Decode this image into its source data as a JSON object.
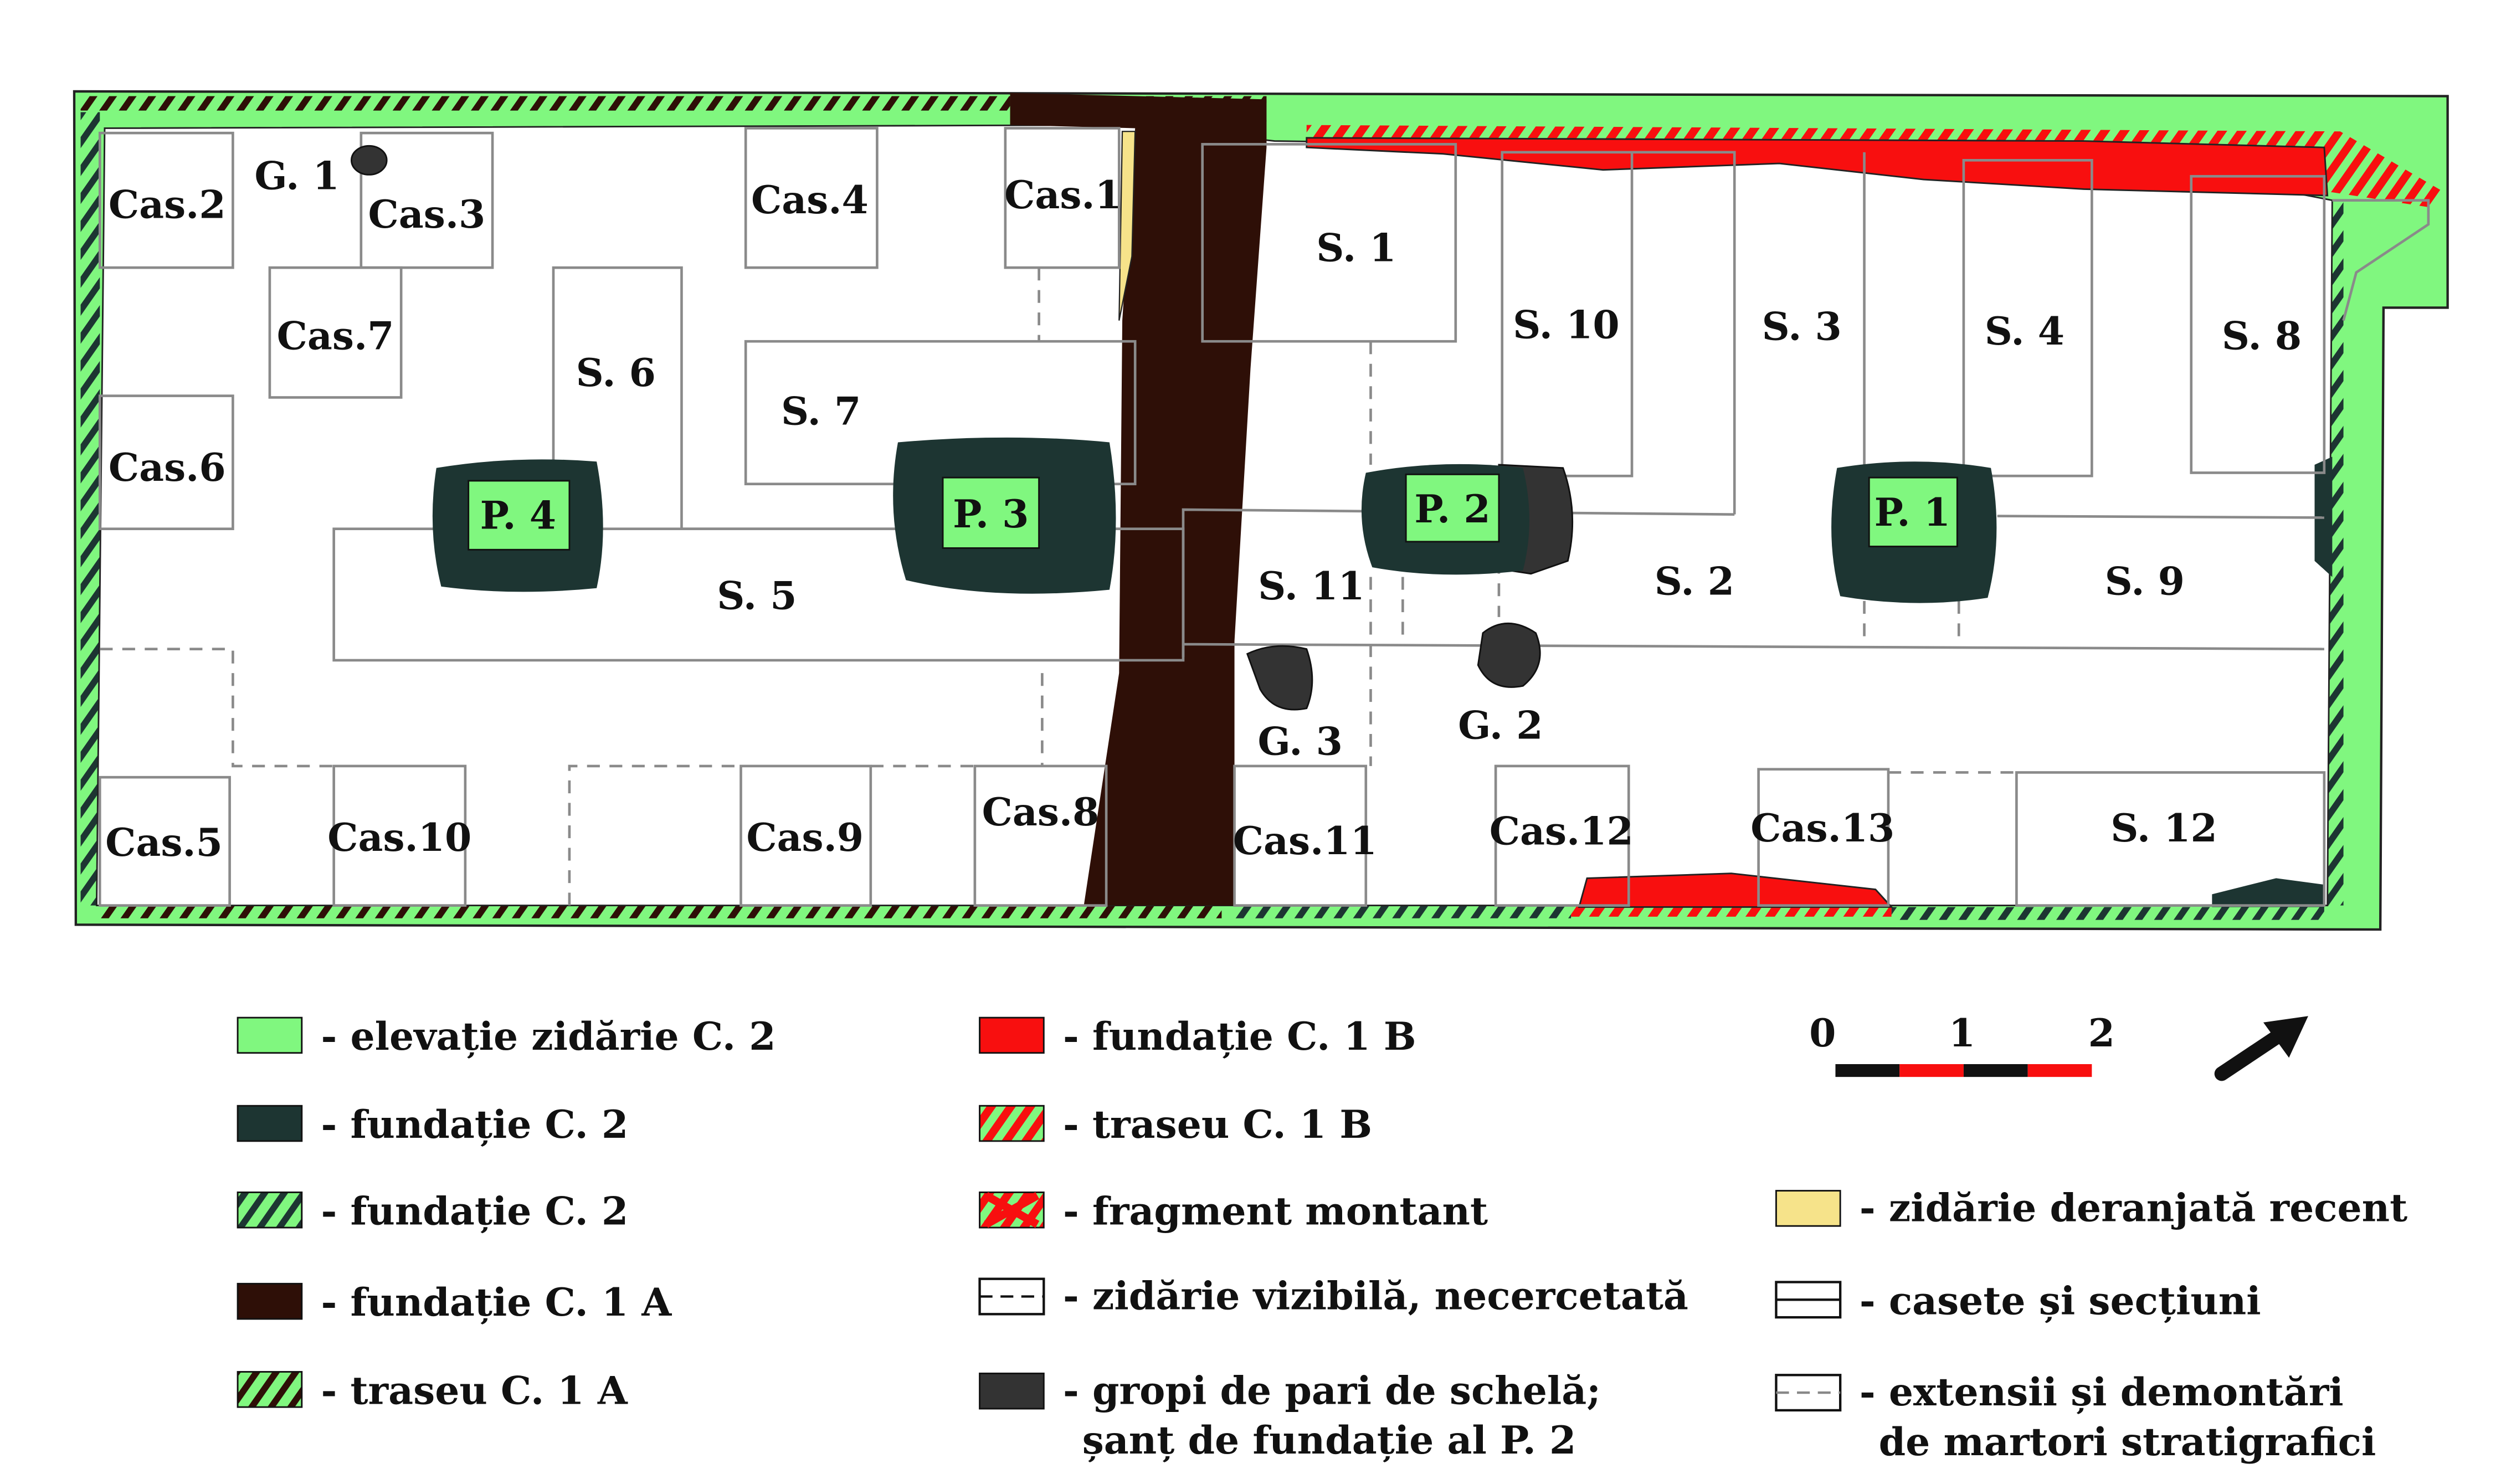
{
  "colors": {
    "elevatie_c2": "#80f77f",
    "fundatie_c2": "#1d3532",
    "fundatie_c1a": "#2e0f07",
    "fundatie_c1b": "#f80f0f",
    "pits": "#333333",
    "zidarie_deranjata": "#f6e38a",
    "outline": "#8a8a8a"
  },
  "plan": {
    "casete": [
      "Cas.1",
      "Cas.2",
      "Cas.3",
      "Cas.4",
      "Cas.5",
      "Cas.6",
      "Cas.7",
      "Cas.8",
      "Cas.9",
      "Cas.10",
      "Cas.11",
      "Cas.12",
      "Cas.13"
    ],
    "sectiuni": [
      "S. 1",
      "S. 2",
      "S. 3",
      "S. 4",
      "S. 5",
      "S. 6",
      "S. 7",
      "S. 8",
      "S. 9",
      "S. 10",
      "S. 11",
      "S. 12"
    ],
    "pillars": [
      "P. 1",
      "P. 2",
      "P. 3",
      "P. 4"
    ],
    "pits": [
      "G. 1",
      "G. 2",
      "G. 3"
    ]
  },
  "legend": [
    {
      "label": "- elevație zidărie C. 2",
      "symbol": "green-fill"
    },
    {
      "label": "- fundație C. 2",
      "symbol": "dark-green-fill"
    },
    {
      "label": "- fundație C. 2",
      "symbol": "green-dark-hatch"
    },
    {
      "label": "- fundație C. 1 A",
      "symbol": "brown-fill"
    },
    {
      "label": "- traseu C. 1 A",
      "symbol": "green-brown-hatch"
    },
    {
      "label": "- fundație C. 1 B",
      "symbol": "red-fill"
    },
    {
      "label": "- traseu C. 1 B",
      "symbol": "green-red-hatch"
    },
    {
      "label": "- fragment montant",
      "symbol": "red-cross"
    },
    {
      "label": "- zidărie vizibilă, necercetată",
      "symbol": "dashed-box"
    },
    {
      "label": "- gropi de pari de schelă;",
      "label2": "șanț de fundație al P. 2",
      "symbol": "gray-fill"
    },
    {
      "label": "- zidărie deranjată recent",
      "symbol": "yellow-fill"
    },
    {
      "label": "- casete și secțiuni",
      "symbol": "double-line-box"
    },
    {
      "label": "- extensii și demontări",
      "label2": "de martori stratigrafici",
      "symbol": "dashed-double-box"
    }
  ],
  "scale": {
    "ticks": [
      "0",
      "1",
      "2"
    ]
  }
}
